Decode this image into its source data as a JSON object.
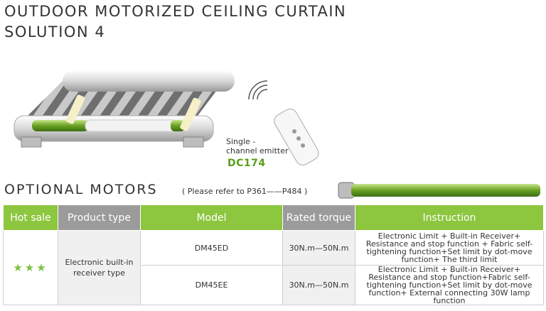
{
  "title": {
    "line1": "OUTDOOR MOTORIZED CEILING CURTAIN",
    "line2": "SOLUTION 4"
  },
  "emitter": {
    "label_line1": "Single -",
    "label_line2": "channel emitter",
    "code": "DC174"
  },
  "optional_motors": {
    "title": "OPTIONAL  MOTORS",
    "note": "( Please refer to P361——P484 )"
  },
  "table": {
    "headers": [
      "Hot sale",
      "Product type",
      "Model",
      "Rated torque",
      "Instruction"
    ],
    "hot_sale_stars": "★★★",
    "product_type": "Electronic built-in receiver type",
    "rows": [
      {
        "model": "DM45ED",
        "torque": "30N.m—50N.m",
        "instruction": "Electronic Limit + Built-in Receiver+ Resistance and stop function + Fabric self-tightening function+Set limit by dot-move function+ The third limit"
      },
      {
        "model": "DM45EE",
        "torque": "30N.m—50N.m",
        "instruction": "Electronic Limit + Built-in Receiver+ Resistance and stop function+Fabric self-tightening function+Set limit by dot-move function+ External connecting 30W lamp function"
      }
    ]
  },
  "colors": {
    "accent_green": "#8dc63f",
    "header_gray": "#9b9b9b",
    "code_green": "#5a9e1a"
  }
}
